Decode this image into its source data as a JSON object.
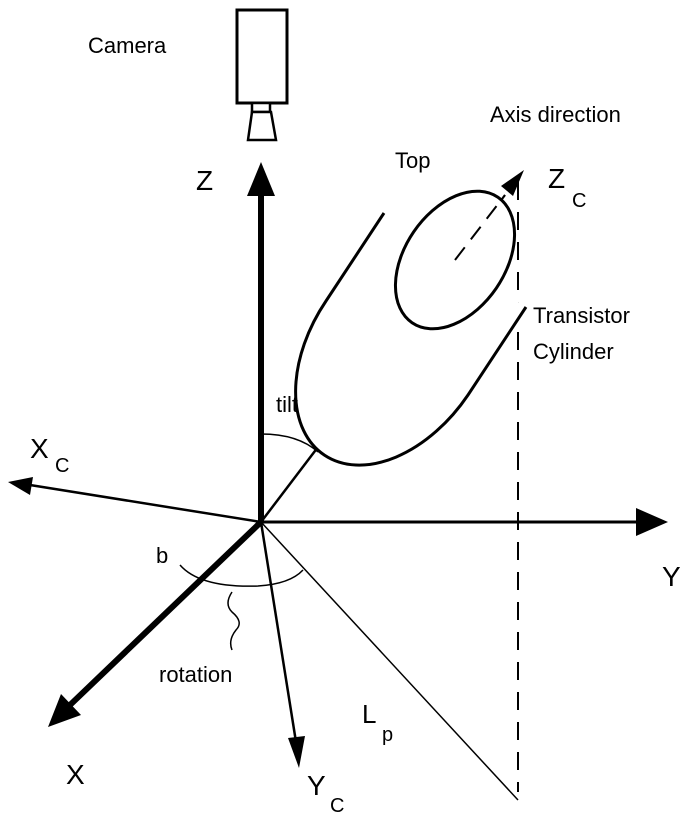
{
  "labels": {
    "camera": "Camera",
    "axis_direction": "Axis direction",
    "z": "Z",
    "top": "Top",
    "zc_main": "Z",
    "zc_sub": "C",
    "transistor": "Transistor",
    "cylinder": "Cylinder",
    "tilt": "tilt",
    "xc_main": "X",
    "xc_sub": "C",
    "b": "b",
    "y": "Y",
    "rotation": "rotation",
    "lp_main": "L",
    "lp_sub": "p",
    "x": "X",
    "yc_main": "Y",
    "yc_sub": "C"
  }
}
